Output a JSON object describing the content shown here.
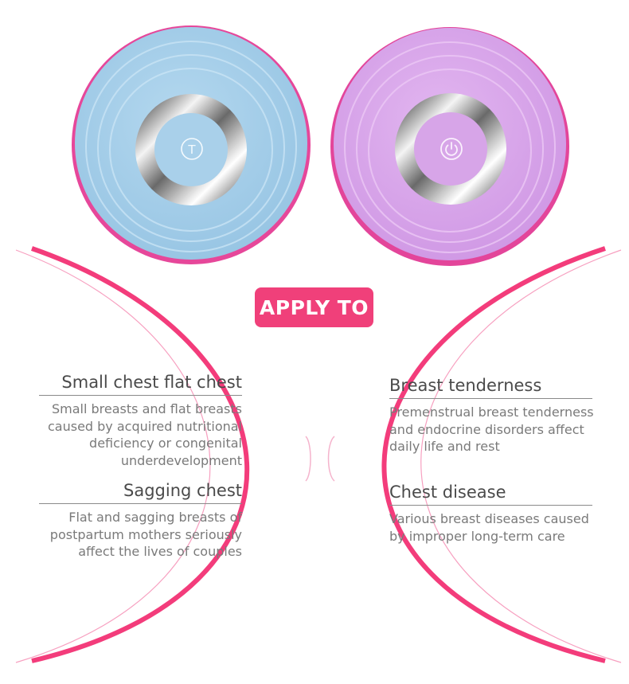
{
  "badge": {
    "label": "APPLY TO",
    "color": "#f0407a"
  },
  "colors": {
    "accent_line": "#f2276d",
    "blue_device": "#a6cfe9",
    "purple_device": "#d9a6ea",
    "rim": "#e8489a"
  },
  "devices": [
    {
      "name": "blue-device",
      "button_icon": "t-letter-icon",
      "button_glyph": "T"
    },
    {
      "name": "purple-device",
      "button_icon": "power-icon"
    }
  ],
  "left": [
    {
      "title": "Small chest flat chest",
      "lines": [
        "Small breasts and flat breasts",
        "caused by acquired nutritional",
        "deficiency or congenital",
        "underdevelopment"
      ]
    },
    {
      "title": "Sagging chest",
      "lines": [
        "Flat and sagging breasts of",
        "postpartum mothers seriously",
        "affect the lives of couples"
      ]
    }
  ],
  "right": [
    {
      "title": "Breast tenderness",
      "lines": [
        "Premenstrual breast tenderness",
        "and endocrine disorders affect",
        "daily life and rest"
      ]
    },
    {
      "title": "Chest disease",
      "lines": [
        "Various breast diseases caused",
        "by improper long-term care"
      ]
    }
  ]
}
